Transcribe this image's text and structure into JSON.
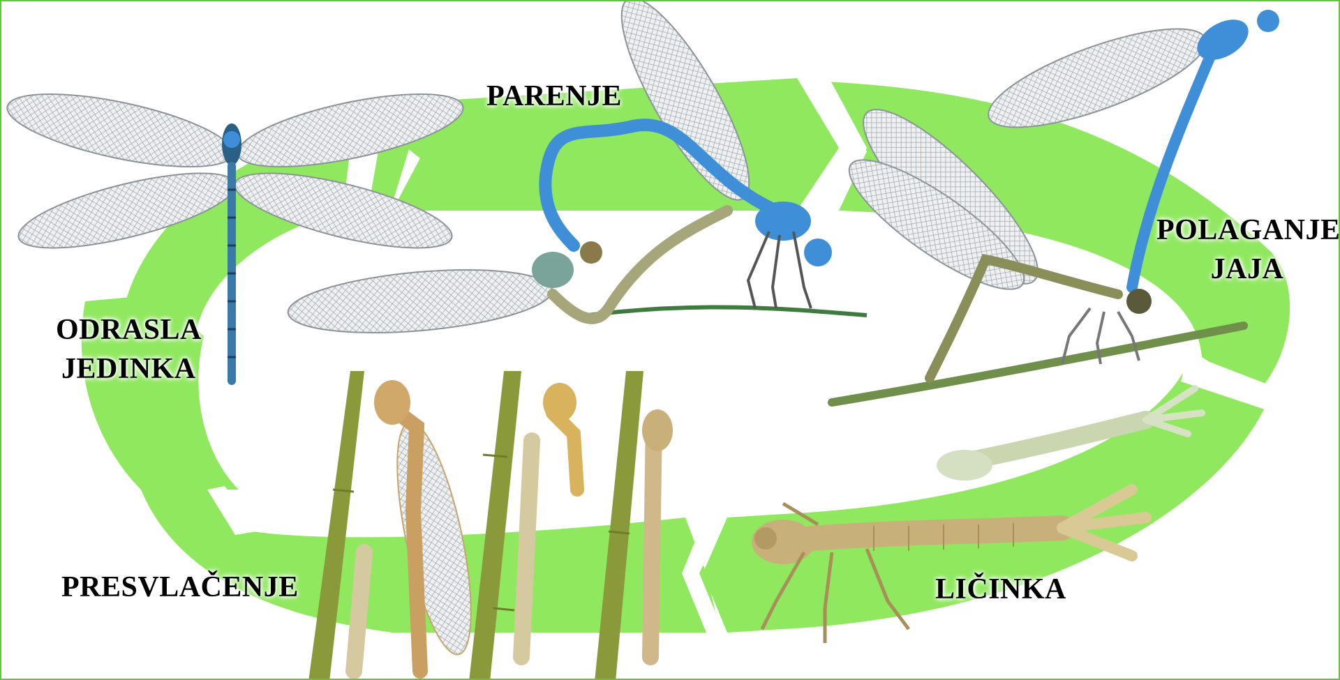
{
  "diagram": {
    "stages": [
      {
        "id": "adult",
        "label_lines": [
          "ODRASLA",
          "JEDINKA"
        ]
      },
      {
        "id": "mating",
        "label_lines": [
          "PARENJE"
        ]
      },
      {
        "id": "egg-laying",
        "label_lines": [
          "POLAGANJE",
          "JAJA"
        ]
      },
      {
        "id": "larva",
        "label_lines": [
          "LIČINKA"
        ]
      },
      {
        "id": "molting",
        "label_lines": [
          "PRESVLAČENJE"
        ]
      }
    ]
  },
  "colors": {
    "cycle_arrow": "#8fe85e",
    "frame_border": "#5cc83a",
    "damselfly_blue": "#3e8fd8",
    "damselfly_dark": "#2a5f86",
    "stem_green": "#8a9a3a",
    "larva_tan": "#c8b07a",
    "wing": "#e9ecef"
  }
}
